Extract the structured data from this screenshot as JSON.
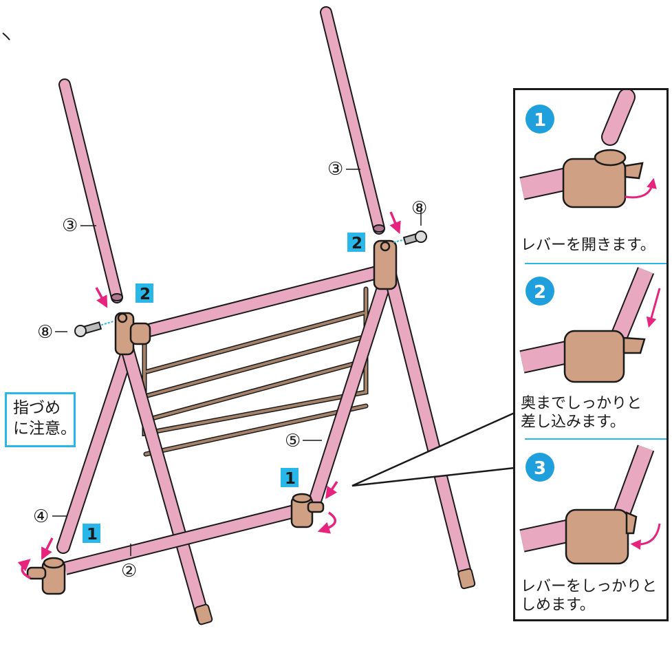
{
  "labels": {
    "part_3": "③",
    "part_8": "⑧",
    "part_2": "②",
    "part_4": "④",
    "part_5": "⑤",
    "step_1": "1",
    "step_2": "2"
  },
  "caution": {
    "line1": "指づめ",
    "line2": "に注意。"
  },
  "detail_steps": [
    {
      "number": "1",
      "lines": [
        "レバーを開きます。"
      ]
    },
    {
      "number": "2",
      "lines": [
        "奥までしっかりと",
        "差し込みます。"
      ]
    },
    {
      "number": "3",
      "lines": [
        "レバーをしっかりと",
        "しめます。"
      ]
    }
  ],
  "colors": {
    "pipe": "#e8a9c0",
    "joint": "#cfa083",
    "arrow": "#e6237d",
    "accent": "#29b6e8",
    "step_circle": "#1fa0dc"
  }
}
